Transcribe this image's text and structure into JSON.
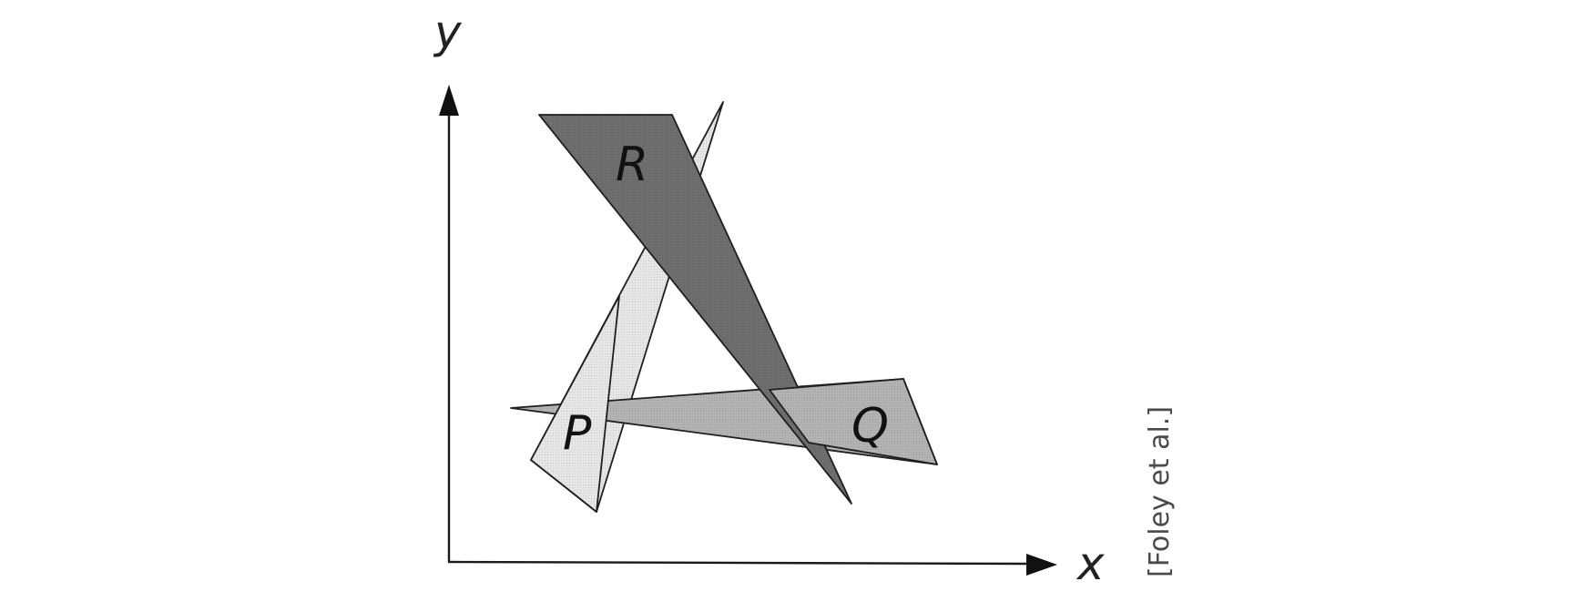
{
  "axes": {
    "x_label": "x",
    "y_label": "y"
  },
  "polygons": {
    "P": {
      "label": "P",
      "fill": "#e6e6e6"
    },
    "Q": {
      "label": "Q",
      "fill": "#b3b3b3"
    },
    "R": {
      "label": "R",
      "fill": "#6e6e6e"
    }
  },
  "credit": "[Foley et al.]"
}
